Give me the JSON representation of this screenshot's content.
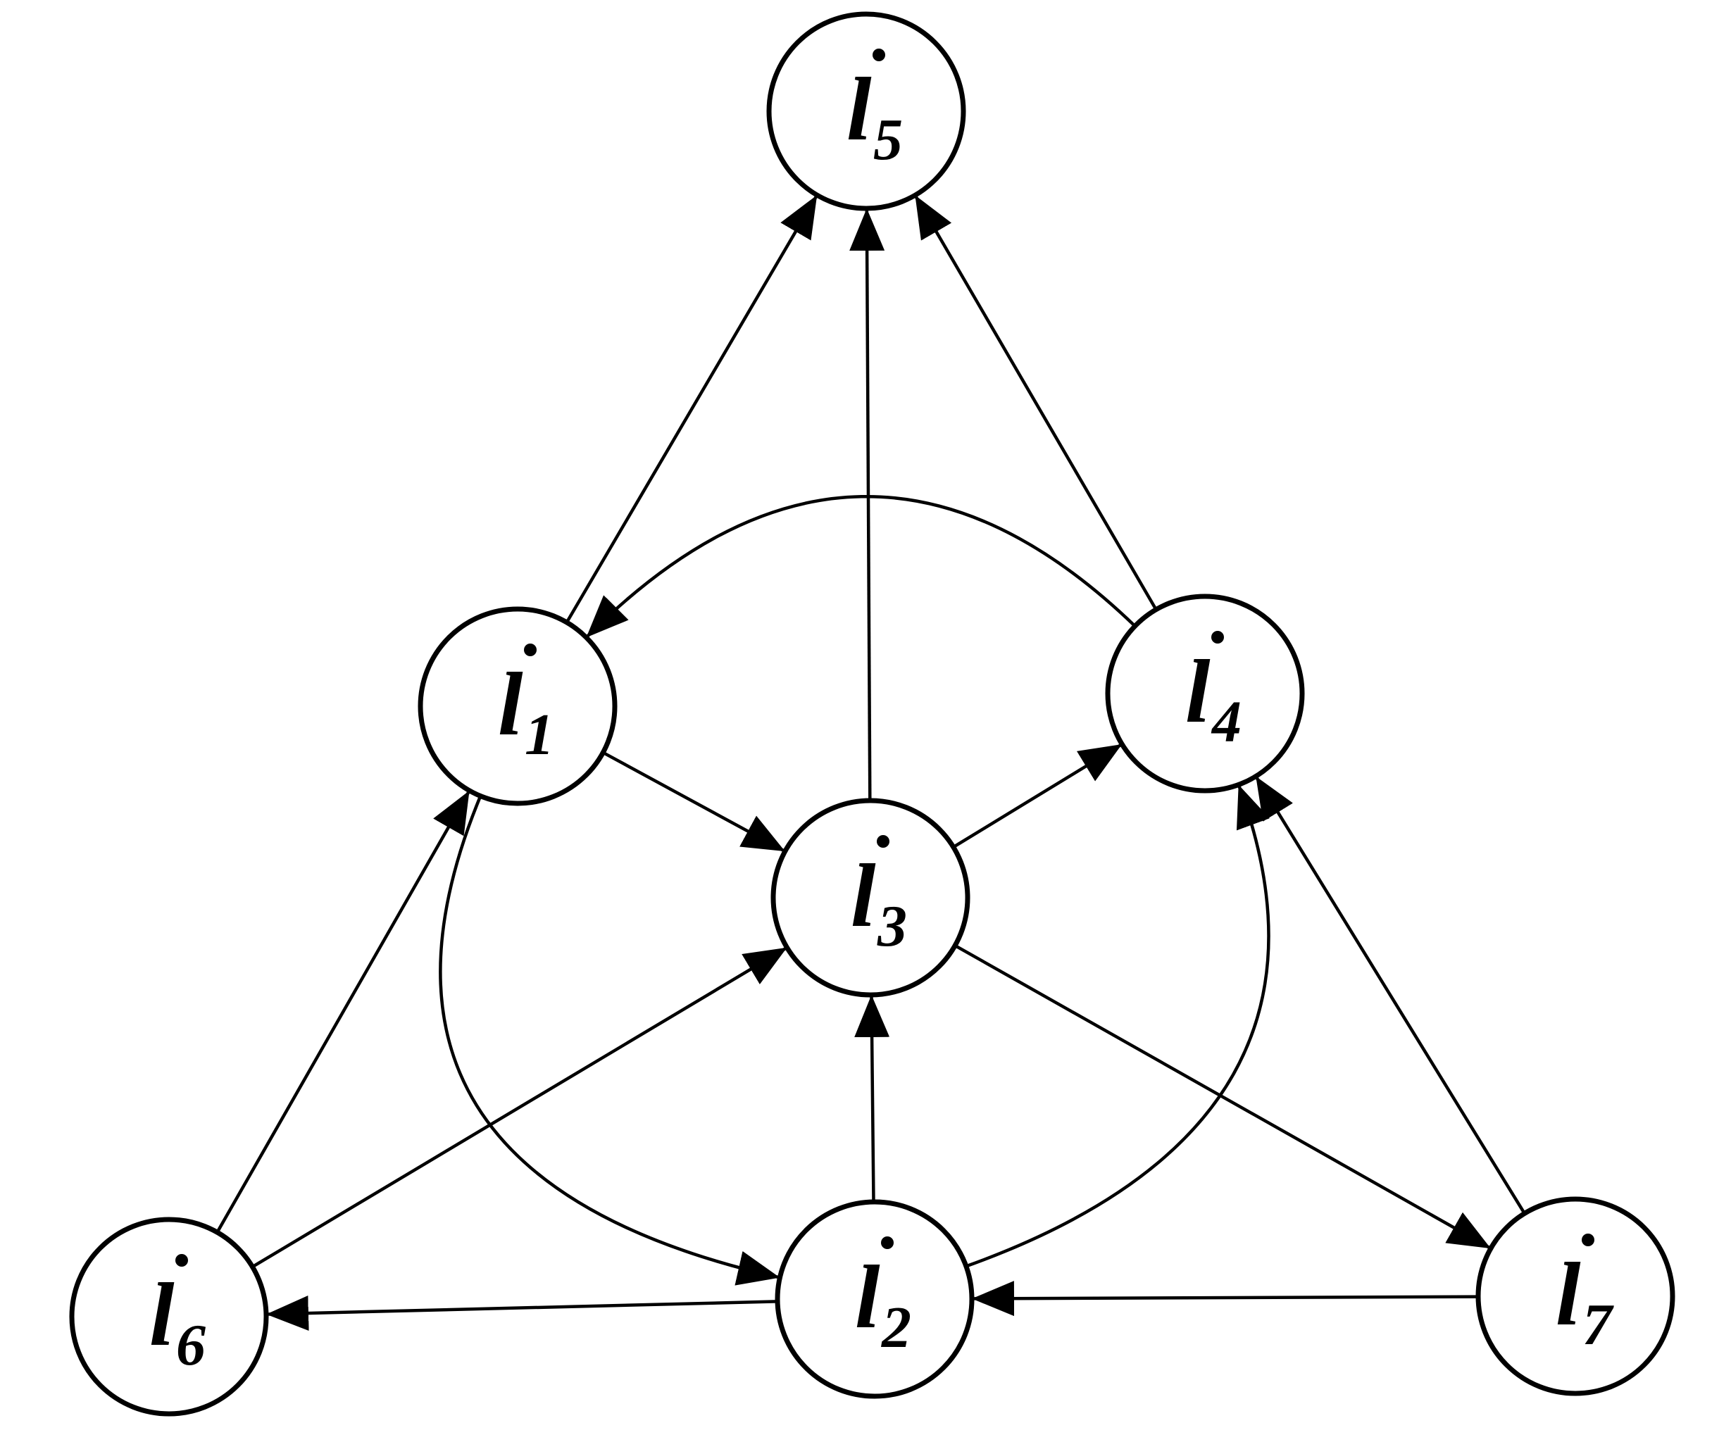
{
  "diagram": {
    "nodes": [
      {
        "id": "l1",
        "variable": "l",
        "subscript": "1"
      },
      {
        "id": "l2",
        "variable": "l",
        "subscript": "2"
      },
      {
        "id": "l3",
        "variable": "l",
        "subscript": "3"
      },
      {
        "id": "l4",
        "variable": "l",
        "subscript": "4"
      },
      {
        "id": "l5",
        "variable": "l",
        "subscript": "5"
      },
      {
        "id": "l6",
        "variable": "l",
        "subscript": "6"
      },
      {
        "id": "l7",
        "variable": "l",
        "subscript": "7"
      }
    ],
    "edges": [
      {
        "from": "l1",
        "to": "l5"
      },
      {
        "from": "l3",
        "to": "l5"
      },
      {
        "from": "l4",
        "to": "l5"
      },
      {
        "from": "l4",
        "to": "l1",
        "curved": true
      },
      {
        "from": "l1",
        "to": "l3"
      },
      {
        "from": "l3",
        "to": "l4"
      },
      {
        "from": "l6",
        "to": "l1"
      },
      {
        "from": "l6",
        "to": "l3"
      },
      {
        "from": "l2",
        "to": "l3"
      },
      {
        "from": "l3",
        "to": "l7"
      },
      {
        "from": "l7",
        "to": "l4"
      },
      {
        "from": "l2",
        "to": "l6"
      },
      {
        "from": "l7",
        "to": "l2"
      },
      {
        "from": "l1",
        "to": "l2",
        "curved": true
      },
      {
        "from": "l2",
        "to": "l4",
        "curved": true
      }
    ]
  }
}
